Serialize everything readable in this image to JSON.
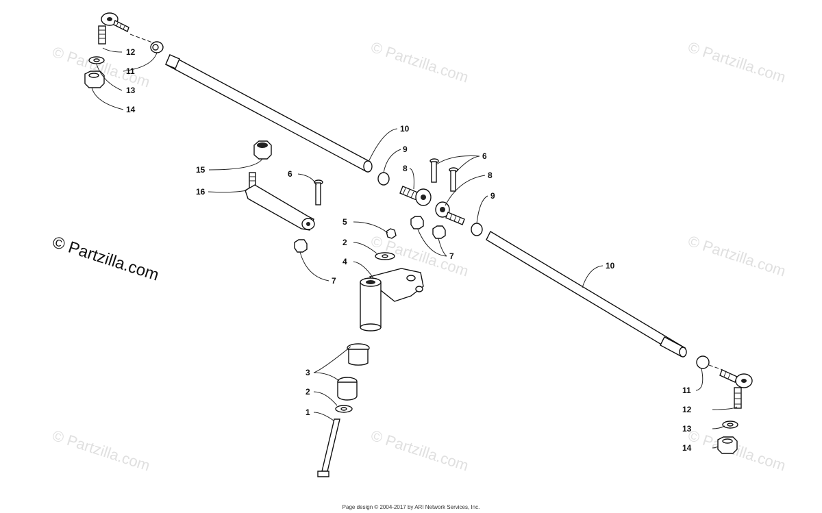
{
  "watermark": {
    "text": "© Partzilla.com"
  },
  "brand": {
    "text": "© Partzilla.com"
  },
  "footer": {
    "text": "Page design © 2004-2017 by ARI Network Services, Inc."
  },
  "callouts": {
    "c1": "1",
    "c2a": "2",
    "c2b": "2",
    "c3": "3",
    "c4": "4",
    "c5": "5",
    "c6a": "6",
    "c6b": "6",
    "c7a": "7",
    "c7b": "7",
    "c8a": "8",
    "c8b": "8",
    "c9a": "9",
    "c9b": "9",
    "c10a": "10",
    "c10b": "10",
    "c11a": "11",
    "c11b": "11",
    "c12a": "12",
    "c12b": "12",
    "c13a": "13",
    "c13b": "13",
    "c14a": "14",
    "c14b": "14",
    "c15": "15",
    "c16": "16"
  },
  "colors": {
    "line": "#111111",
    "watermark": "#e0e0e0"
  }
}
